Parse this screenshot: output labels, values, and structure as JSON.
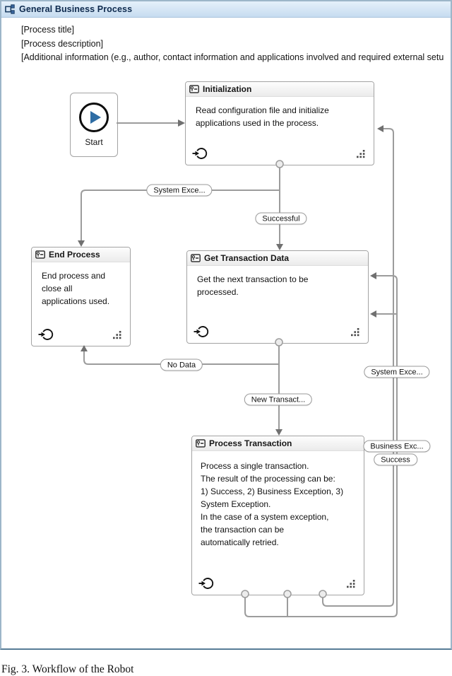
{
  "window": {
    "title": "General Business Process"
  },
  "annotations": {
    "line1": "[Process title]",
    "line2": "[Process description]",
    "line3": "[Additional information (e.g., author, contact information and applications involved and required external setu"
  },
  "start_node": {
    "label": "Start"
  },
  "states": [
    {
      "title": "Initialization",
      "body": "Read configuration file and initialize\napplications used in the process."
    },
    {
      "title": "End Process",
      "body": "End process and\nclose all\napplications used."
    },
    {
      "title": "Get Transaction Data",
      "body": "Get the next transaction to be\nprocessed."
    },
    {
      "title": "Process Transaction",
      "body": "Process a single transaction.\nThe result of the processing can be:\n1) Success, 2) Business Exception, 3)\nSystem Exception.\nIn the case of a system exception,\nthe transaction can be\nautomatically retried."
    }
  ],
  "transitions": [
    {
      "label": "System Exce..."
    },
    {
      "label": "Successful"
    },
    {
      "label": "No Data"
    },
    {
      "label": "New Transact..."
    },
    {
      "label": "System Exce..."
    },
    {
      "label": "Business Exc..."
    },
    {
      "label": "Success"
    }
  ],
  "caption": "Fig. 3.   Workflow of the Robot",
  "colors": {
    "titlebar_bg": "#c6dcf0",
    "titlebar_text": "#0e2a4e",
    "frame_border": "#9db6c9",
    "connector_line": "#9c9c9c",
    "arrowhead": "#707070",
    "play_button_blue": "#2e6da4",
    "state_header_bg": "#ebebeb"
  }
}
